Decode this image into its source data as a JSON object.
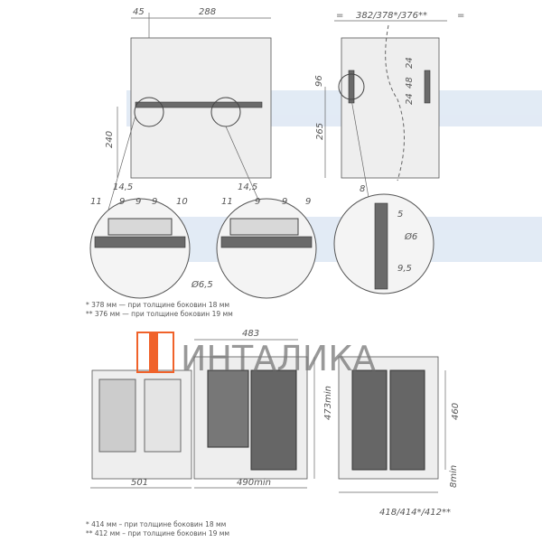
{
  "top_left_view": {
    "dims": [
      "45",
      "288",
      "240"
    ]
  },
  "top_right_view": {
    "dims": [
      "=",
      "382/378*/376**",
      "=",
      "96",
      "265",
      "24",
      "48",
      "24"
    ]
  },
  "detail_left": {
    "dims": [
      "14,5",
      "11",
      "9",
      "9",
      "9",
      "10",
      "Ø6,5"
    ]
  },
  "detail_mid": {
    "dims": [
      "14,5",
      "11",
      "9",
      "9",
      "9"
    ]
  },
  "detail_right": {
    "dims": [
      "8",
      "5",
      "Ø6",
      "9,5"
    ]
  },
  "notes_top": [
    "* 378 мм — при толщине боковин 18 мм",
    "** 376 мм — при толщине боковин 19 мм"
  ],
  "bottom_view": {
    "dims": [
      "483",
      "501",
      "490min",
      "473min",
      "460",
      "8min",
      "418/414*/412**"
    ]
  },
  "notes_bottom": [
    "* 414 мм – при толщине боковин 18 мм",
    "** 412 мм – при толщине боковин 19 мм"
  ],
  "logo": {
    "text": "ИНТАЛИКА",
    "color": "#f0622a"
  },
  "colors": {
    "line": "#555555",
    "panel": "#eeeeee",
    "part": "#6a6a6a",
    "watermark": "#dbe6f3"
  }
}
